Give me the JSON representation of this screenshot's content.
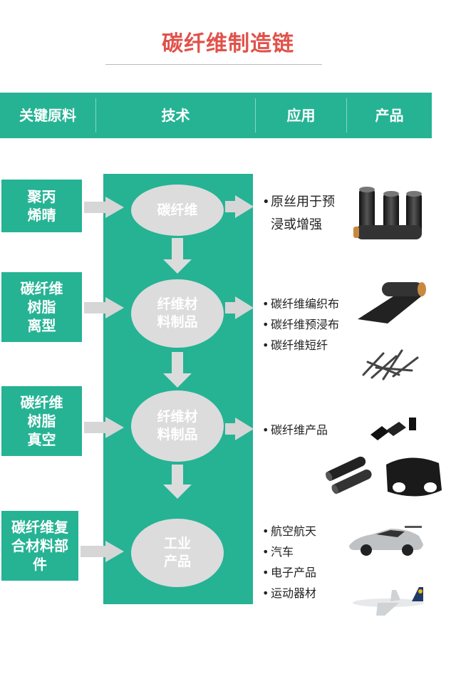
{
  "title": "碳纤维制造链",
  "header": {
    "col1": "关键原料",
    "col2": "技术",
    "col3": "应用",
    "col4": "产品"
  },
  "materials": [
    "聚丙\n烯晴",
    "碳纤维\n树脂\n离型",
    "碳纤维\n树脂\n真空",
    "碳纤维复\n合材料部\n件"
  ],
  "tech_nodes": [
    "碳纤维",
    "纤维材\n料制品",
    "纤维材\n料制品",
    "工业\n产品"
  ],
  "applications": [
    {
      "bullet": "•",
      "items": [
        "原丝用于预",
        "浸或增强"
      ]
    },
    {
      "bullet": "•",
      "items": [
        "碳纤维编织布",
        "碳纤维预浸布",
        "碳纤维短纤"
      ]
    },
    {
      "bullet": "•",
      "items": [
        "碳纤维产品"
      ]
    },
    {
      "bullet": "•",
      "items": [
        "航空航天",
        "汽车",
        "电子产品",
        "运动器材"
      ]
    }
  ],
  "colors": {
    "teal": "#25b394",
    "title": "#e0524a",
    "node": "#dcdcdc",
    "arrow": "#d6d6d6"
  },
  "products": [
    "carbon-fiber-spools-image",
    "carbon-fabric-roll-image",
    "chopped-fiber-image",
    "carbon-parts-image",
    "carbon-tubes-image",
    "car-hood-image",
    "sports-car-image",
    "airplane-image"
  ]
}
